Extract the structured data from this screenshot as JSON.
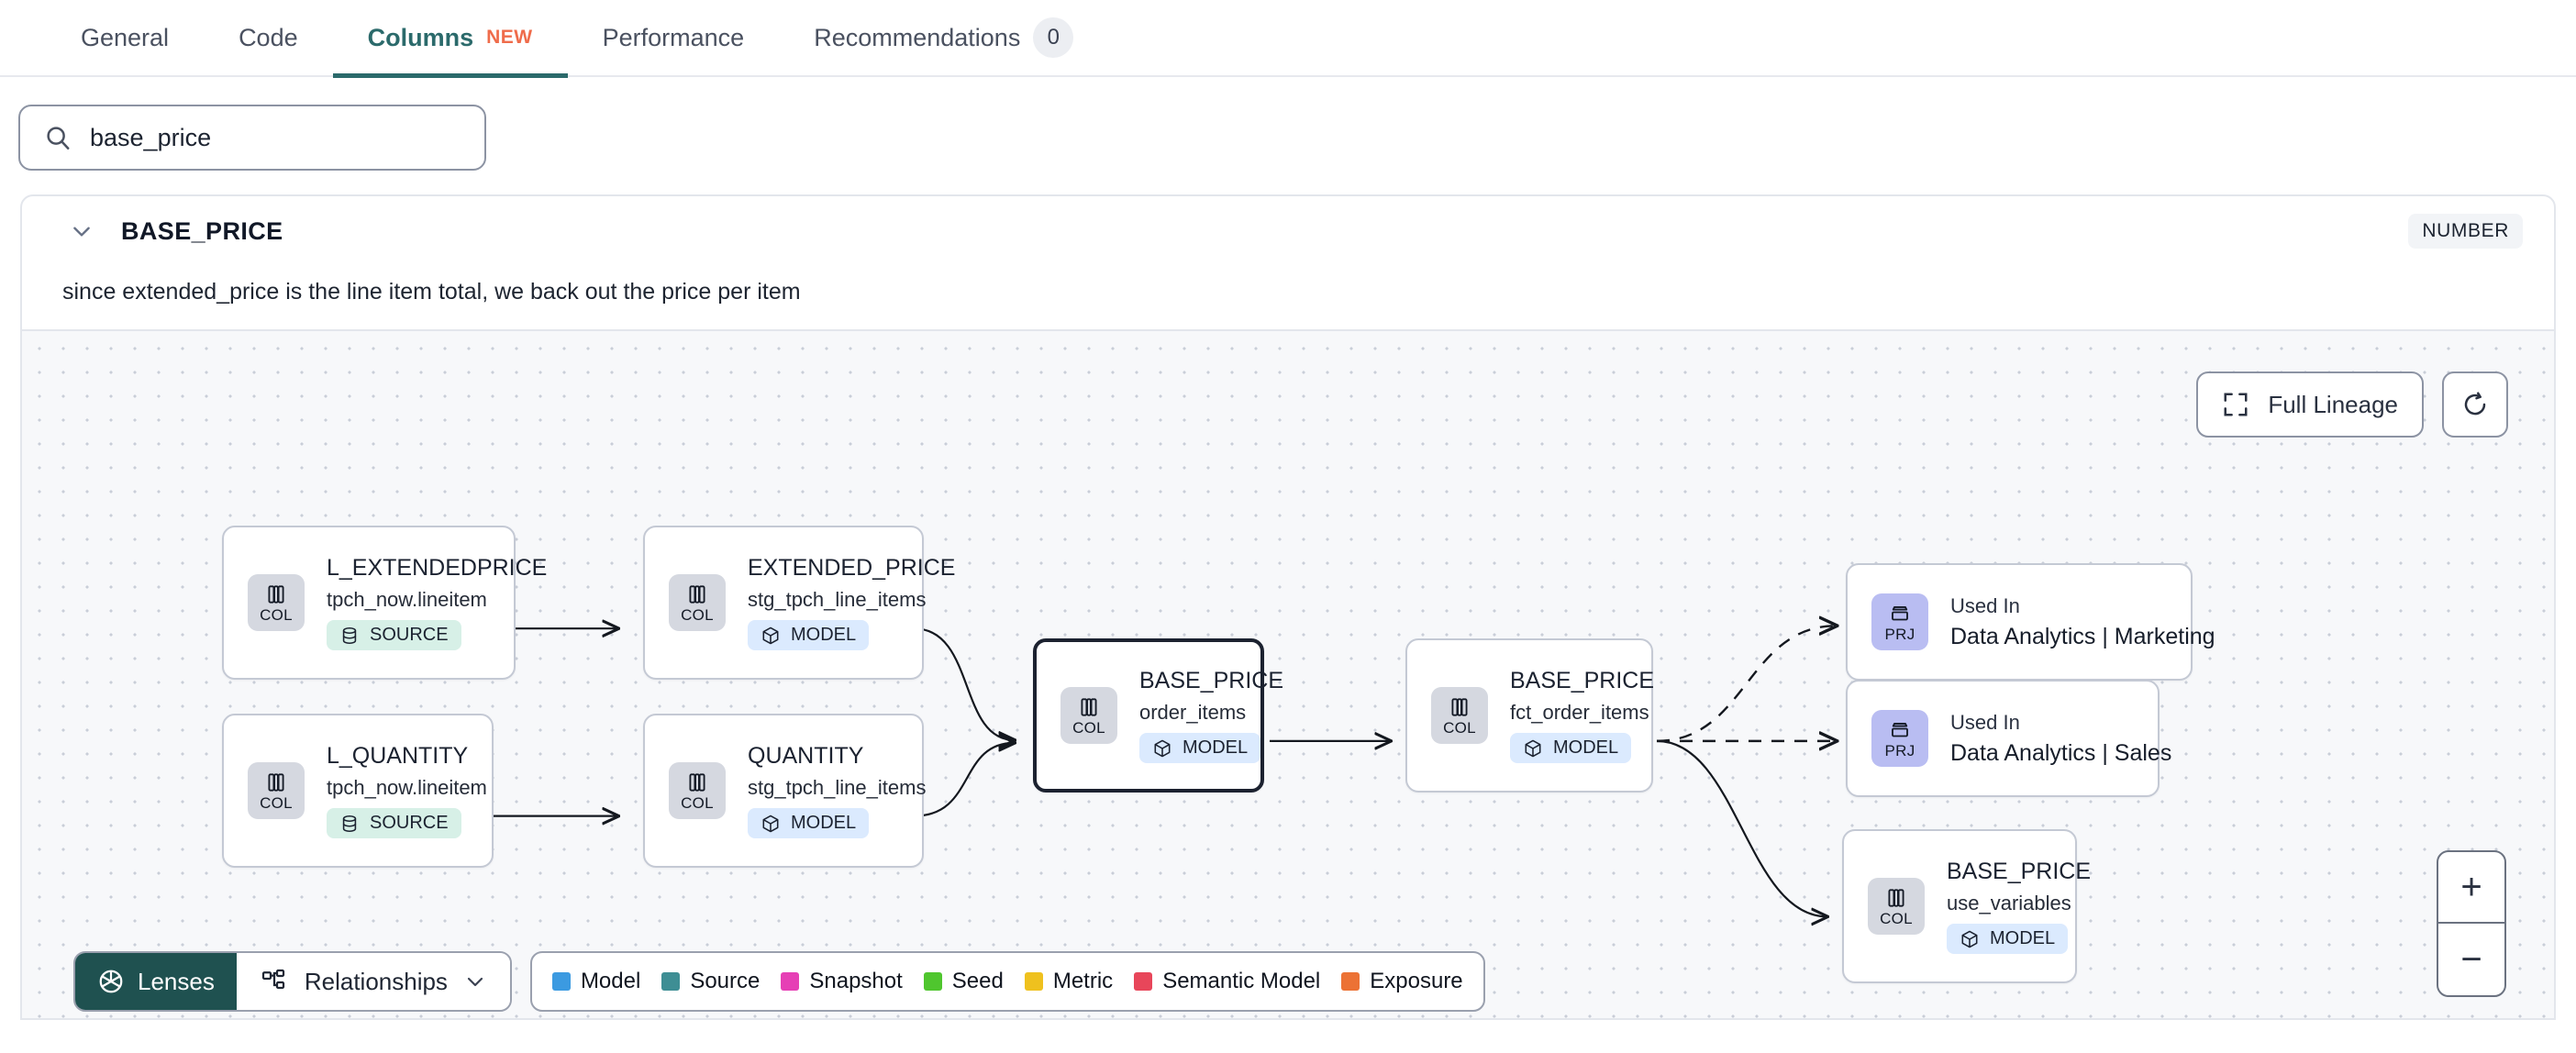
{
  "tabs": [
    {
      "label": "General",
      "active": false
    },
    {
      "label": "Code",
      "active": false
    },
    {
      "label": "Columns",
      "active": true,
      "badge": "NEW"
    },
    {
      "label": "Performance",
      "active": false
    },
    {
      "label": "Recommendations",
      "active": false,
      "count": "0"
    }
  ],
  "search": {
    "value": "base_price",
    "icon": "search-icon"
  },
  "column": {
    "name": "BASE_PRICE",
    "type": "NUMBER",
    "description": "since extended_price is the line item total, we back out the price per item"
  },
  "graph": {
    "controls": {
      "full_lineage": "Full Lineage",
      "refresh_icon": "refresh-icon",
      "zoom_in": "+",
      "zoom_out": "−"
    },
    "nodes": [
      {
        "id": "l_extendedprice",
        "kind": "COL",
        "title": "L_EXTENDEDPRICE",
        "subtitle": "tpch_now.lineitem",
        "badge": "SOURCE",
        "badge_type": "source",
        "focused": false
      },
      {
        "id": "l_quantity",
        "kind": "COL",
        "title": "L_QUANTITY",
        "subtitle": "tpch_now.lineitem",
        "badge": "SOURCE",
        "badge_type": "source",
        "focused": false
      },
      {
        "id": "extended_price",
        "kind": "COL",
        "title": "EXTENDED_PRICE",
        "subtitle": "stg_tpch_line_items",
        "badge": "MODEL",
        "badge_type": "model",
        "focused": false
      },
      {
        "id": "quantity",
        "kind": "COL",
        "title": "QUANTITY",
        "subtitle": "stg_tpch_line_items",
        "badge": "MODEL",
        "badge_type": "model",
        "focused": false
      },
      {
        "id": "base_price_order_items",
        "kind": "COL",
        "title": "BASE_PRICE",
        "subtitle": "order_items",
        "badge": "MODEL",
        "badge_type": "model",
        "focused": true
      },
      {
        "id": "base_price_fct",
        "kind": "COL",
        "title": "BASE_PRICE",
        "subtitle": "fct_order_items",
        "badge": "MODEL",
        "badge_type": "model",
        "focused": false
      },
      {
        "id": "prj_marketing",
        "kind": "PRJ",
        "title": "Used In",
        "subtitle": "Data Analytics | Marketing",
        "focused": false
      },
      {
        "id": "prj_sales",
        "kind": "PRJ",
        "title": "Used In",
        "subtitle": "Data Analytics | Sales",
        "focused": false
      },
      {
        "id": "base_price_use_variables",
        "kind": "COL",
        "title": "BASE_PRICE",
        "subtitle": "use_variables",
        "badge": "MODEL",
        "badge_type": "model",
        "focused": false
      }
    ],
    "bottom_bar": {
      "lenses": "Lenses",
      "lenses_icon": "aperture-icon",
      "relationships": "Relationships",
      "relationships_icon": "relationships-icon",
      "chevron": "chevron-down-icon"
    },
    "legend": [
      {
        "label": "Model",
        "color": "#3b9ae1"
      },
      {
        "label": "Source",
        "color": "#3e8e94"
      },
      {
        "label": "Snapshot",
        "color": "#e63fb5"
      },
      {
        "label": "Seed",
        "color": "#4fc62e"
      },
      {
        "label": "Metric",
        "color": "#efc11e"
      },
      {
        "label": "Semantic Model",
        "color": "#e8465a"
      },
      {
        "label": "Exposure",
        "color": "#ec7235"
      }
    ]
  }
}
